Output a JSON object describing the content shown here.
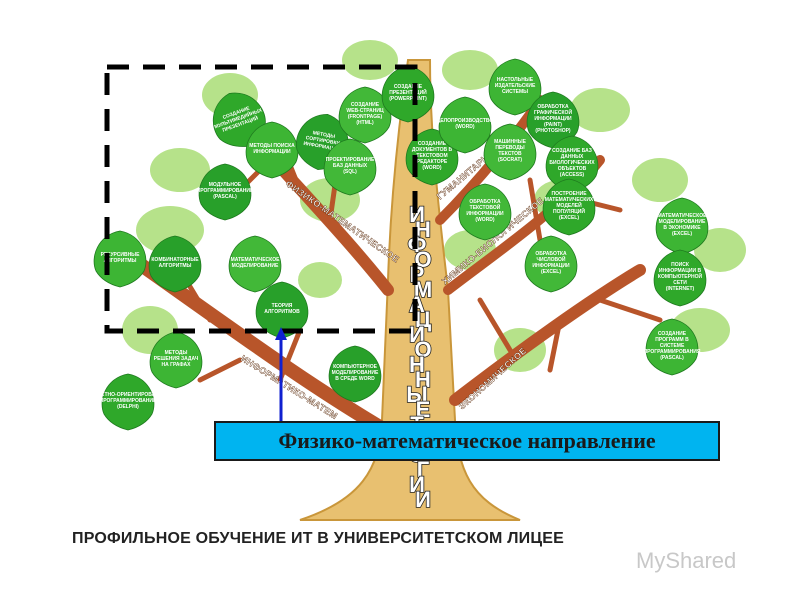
{
  "colors": {
    "leaf_dark": "#2fa82a",
    "leaf_mid": "#6cc83a",
    "leaf_light": "#b6e28a",
    "branch": "#b8552a",
    "trunk": "#e8c070",
    "banner_bg": "#00b4f0",
    "arrow": "#1020d0",
    "dashed_frame": "#000000"
  },
  "branches": {
    "physmath": "ФИЗИКО-МАТЕМАТИЧЕСКОЕ",
    "humanitarian": "ГУМАНИТАРНОЕ",
    "chembio": "ХИМИКО-БИОЛОГИЧЕСКОЕ",
    "informatics": "ИНФОРМАТИКО-МАТЕМ",
    "economic": "ЭКОНОМИЧЕСКОЕ"
  },
  "trunk_letters": [
    "И",
    "Н",
    "Ф",
    "О",
    "Р",
    "М",
    "А",
    "Ц",
    "И",
    "О",
    "Н",
    "Н",
    "Ы",
    "Е",
    "Т",
    "Е",
    "О",
    "Г",
    "И",
    "И"
  ],
  "leaves": [
    {
      "id": "l1",
      "text": "СОЗДАНИЕ МУЛЬТИМЕДИЙНЫХ ПРЕЗЕНТАЦИЙ"
    },
    {
      "id": "l2",
      "text": "МЕТОДЫ ПОИСКА ИНФОРМАЦИИ"
    },
    {
      "id": "l3",
      "text": "МЕТОДЫ СОРТИРОВКИ ИНФОРМАЦИИ"
    },
    {
      "id": "l4",
      "text": "СОЗДАНИЕ WEB-СТРАНИЦ (FRONTPAGE) (HTML)"
    },
    {
      "id": "l5",
      "text": "СОЗДАНИЕ ПРЕЗЕНТАЦИЙ (POWERPOINT)"
    },
    {
      "id": "l6",
      "text": "НАСТОЛЬНЫЕ ИЗДАТЕЛЬСКИЕ СИСТЕМЫ"
    },
    {
      "id": "l7",
      "text": "МОДУЛЬНОЕ ПРОГРАММИРОВАНИЕ (PASCAL)"
    },
    {
      "id": "l8",
      "text": "ПРОЕКТИРОВАНИЕ БАЗ ДАННЫХ (SQL)"
    },
    {
      "id": "l9",
      "text": "СОЗДАНИЕ ДОКУМЕНТОВ В ТЕКСТОВОМ РЕДАКТОРЕ (WORD)"
    },
    {
      "id": "l10",
      "text": "ДЕЛОПРОИЗВОДСТВО (WORD)"
    },
    {
      "id": "l11",
      "text": "ОБРАБОТКА ГРАФИЧЕСКОЙ ИНФОРМАЦИИ (PAINT) (PHOTOSHOP)"
    },
    {
      "id": "l12",
      "text": "МАШИННЫЕ ПЕРЕВОДЫ ТЕКСТОВ (SOCRAT)"
    },
    {
      "id": "l13",
      "text": "СОЗДАНИЕ БАЗ ДАННЫХ БИОЛОГИЧЕСКИХ ОБЪЕКТОВ (ACCESS)"
    },
    {
      "id": "l14",
      "text": "РЕКУРСИВНЫЕ АЛГОРИТМЫ"
    },
    {
      "id": "l15",
      "text": "КОМБИНАТОРНЫЕ АЛГОРИТМЫ"
    },
    {
      "id": "l16",
      "text": "МАТЕМАТИЧЕСКОЕ МОДЕЛИРОВАНИЕ"
    },
    {
      "id": "l17",
      "text": "ПОСТРОЕНИЕ МАТЕМАТИЧЕСКИХ МОДЕЛЕЙ ПОПУЛЯЦИЙ (EXCEL)"
    },
    {
      "id": "l18",
      "text": "МАТЕМАТИЧЕСКОЕ МОДЕЛИРОВАНИЕ В ЭКОНОМИКЕ (EXCEL)"
    },
    {
      "id": "l19",
      "text": "ТЕОРИЯ АЛГОРИТМОВ"
    },
    {
      "id": "l20",
      "text": "ОБРАБОТКА ТЕКСТОВОЙ ИНФОРМАЦИИ (WORD)"
    },
    {
      "id": "l21",
      "text": "ПОИСК ИНФОРМАЦИИ В КОМПЬЮТЕРНОЙ СЕТИ (INTERNET)"
    },
    {
      "id": "l22",
      "text": "МЕТОДЫ РЕШЕНИЯ ЗАДАЧ НА ГРАФАХ"
    },
    {
      "id": "l23",
      "text": "КОМПЬЮТЕРНОЕ МОДЕЛИРОВАНИЕ В СРЕДЕ WORD"
    },
    {
      "id": "l24",
      "text": "ОБРАБОТКА ЧИСЛОВОЙ ИНФОРМАЦИИ (EXCEL)"
    },
    {
      "id": "l25",
      "text": "ОБЪЕКТНО-ОРИЕНТИРОВАННОЕ ПРОГРАММИРОВАНИЕ (DELPHI)"
    },
    {
      "id": "l26",
      "text": "СОЗДАНИЕ ПРОГРАММ В СИСТЕМЕ ПРОГРАММИРОВАНИЯ (PASCAL)"
    }
  ],
  "banner": "Физико-математическое направление",
  "caption": "ПРОФИЛЬНОЕ ОБУЧЕНИЕ ИТ В УНИВЕРСИТЕТСКОМ ЛИЦЕЕ",
  "watermark": "MyShared"
}
